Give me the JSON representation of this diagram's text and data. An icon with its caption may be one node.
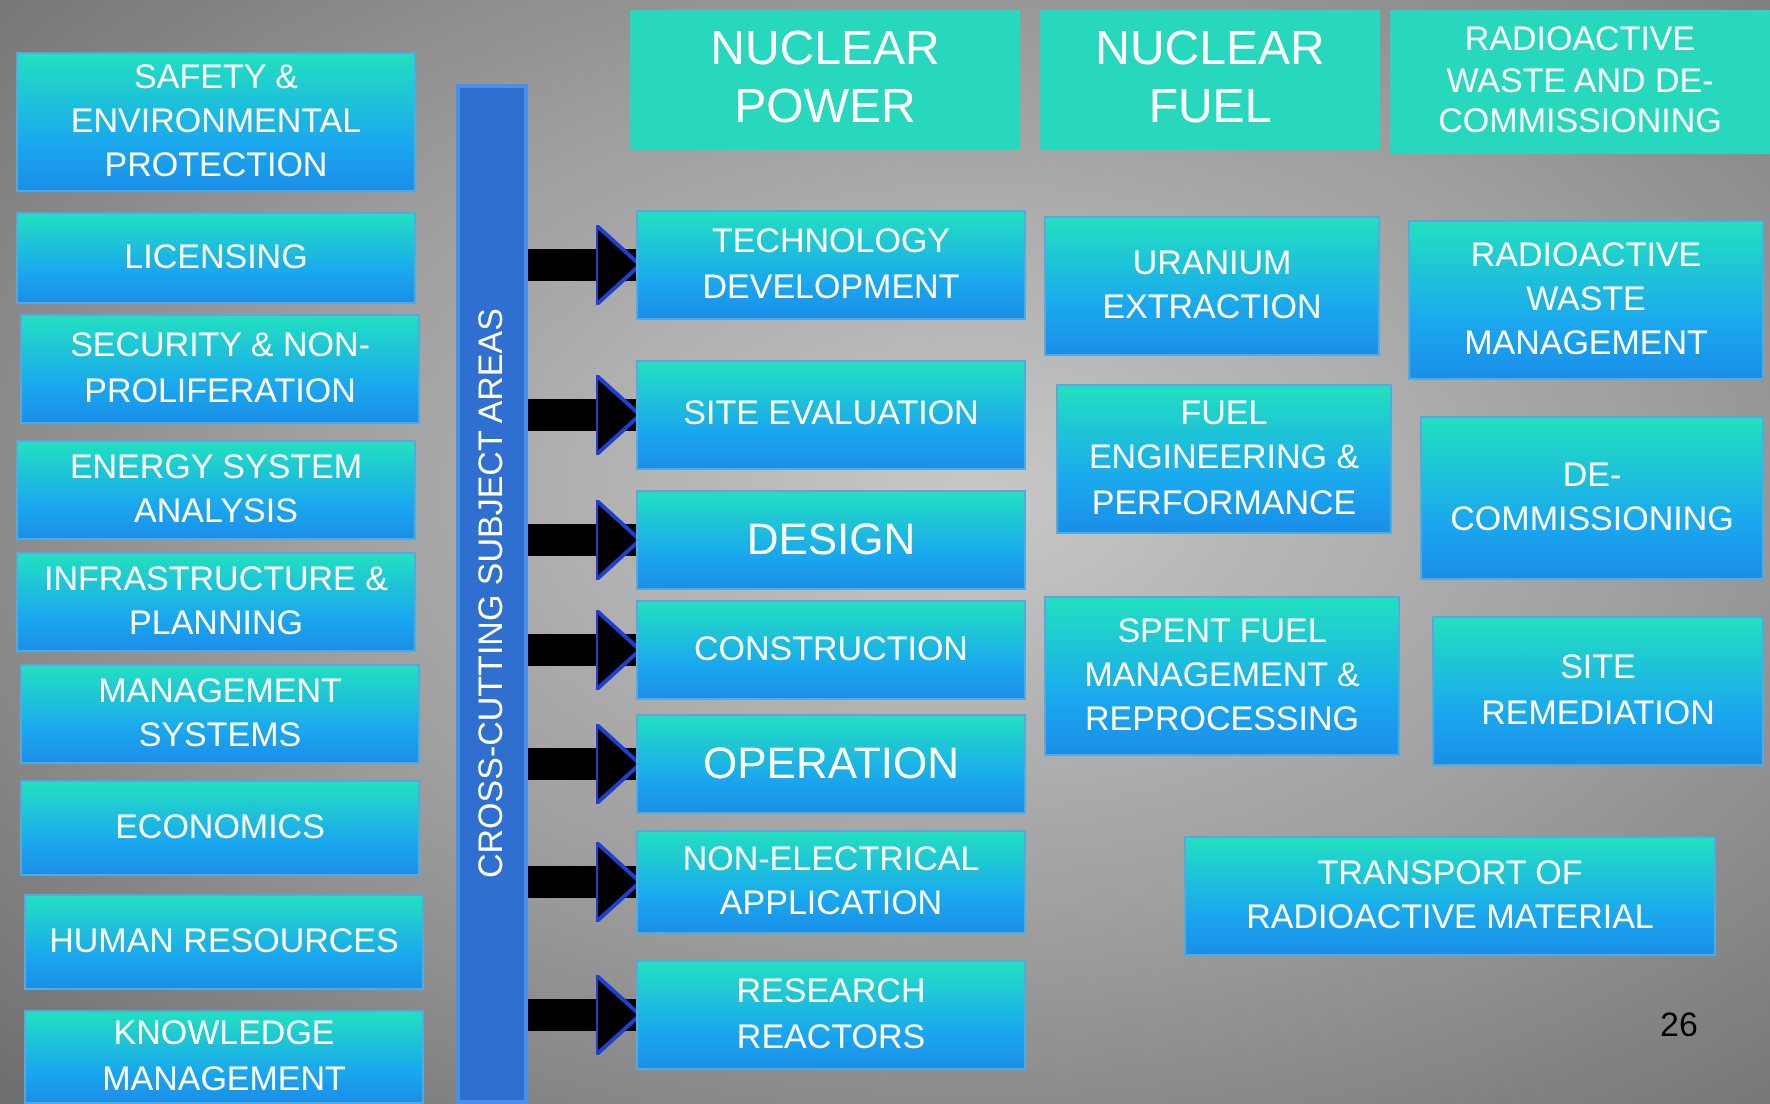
{
  "diagram": {
    "nodes": [
      {
        "text": [
          "SAFETY & ENVIRONMENTAL PROTECTION"
        ]
      },
      {
        "text": [
          "LICENSING"
        ]
      },
      {
        "text": [
          "SECURITY & NON-PROLIFERATION"
        ]
      },
      {
        "text": [
          "ENERGY SYSTEM ANALYSIS"
        ]
      },
      {
        "text": [
          "INFRASTRUCTURE & PLANNING"
        ]
      },
      {
        "text": [
          "MANAGEMENT SYSTEMS"
        ]
      },
      {
        "text": [
          "ECONOMICS"
        ]
      },
      {
        "text": [
          "HUMAN RESOURCES"
        ]
      },
      {
        "text": [
          "KNOWLEDGE MANAGEMENT"
        ]
      },
      {
        "text": [
          "CROSS-CUTTING SUBJECT AREAS"
        ]
      },
      {
        "text": [
          "NUCLEAR POWER"
        ]
      },
      {
        "text": [
          "NUCLEAR FUEL"
        ]
      },
      {
        "text": [
          "RADIOACTIVE WASTE AND DE-COMMISSIONING"
        ]
      },
      {
        "text": [
          "TECHNOLOGY DEVELOPMENT"
        ]
      },
      {
        "text": [
          "SITE EVALUATION"
        ]
      },
      {
        "text": [
          "DESIGN"
        ]
      },
      {
        "text": [
          "CONSTRUCTION"
        ]
      },
      {
        "text": [
          "OPERATION"
        ]
      },
      {
        "text": [
          "NON-ELECTRICAL APPLICATION"
        ]
      },
      {
        "text": [
          "RESEARCH REACTORS"
        ]
      },
      {
        "text": [
          "URANIUM EXTRACTION"
        ]
      },
      {
        "text": [
          "FUEL ENGINEERING & PERFORMANCE"
        ]
      },
      {
        "text": [
          "SPENT FUEL MANAGEMENT & REPROCESSING"
        ]
      },
      {
        "text": [
          "RADIOACTIVE WASTE MANAGEMENT"
        ]
      },
      {
        "text": [
          "DE-COMMISSIONING"
        ]
      },
      {
        "text": [
          "SITE REMEDIATION"
        ]
      },
      {
        "text": [
          "TRANSPORT OF RADIOACTIVE MATERIAL"
        ]
      }
    ],
    "edges": [
      {
        "from": 9,
        "to": 13,
        "arrow": "to"
      },
      {
        "from": 9,
        "to": 14,
        "arrow": "to"
      },
      {
        "from": 9,
        "to": 15,
        "arrow": "to"
      },
      {
        "from": 9,
        "to": 16,
        "arrow": "to"
      },
      {
        "from": 9,
        "to": 17,
        "arrow": "to"
      },
      {
        "from": 9,
        "to": 18,
        "arrow": "to"
      },
      {
        "from": 9,
        "to": 19,
        "arrow": "to"
      }
    ],
    "labels": [
      "26"
    ]
  }
}
